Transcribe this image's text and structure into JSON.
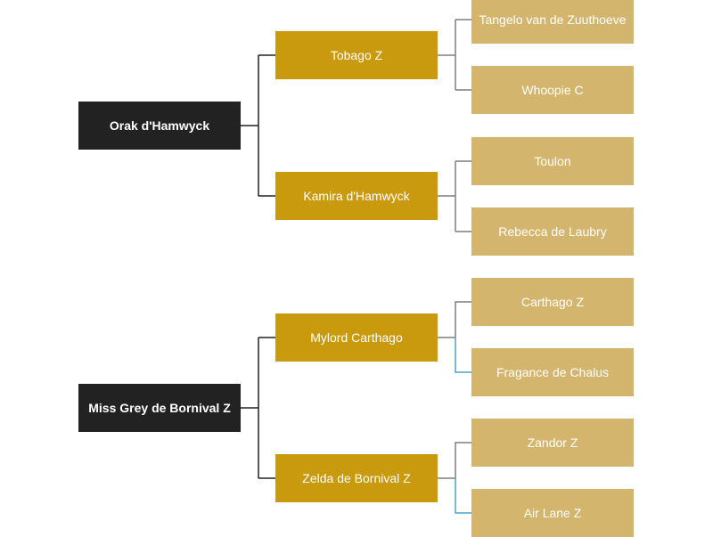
{
  "pedigree": {
    "horse1": {
      "name": "Orak d'Hamwyck",
      "sire": {
        "name": "Tobago Z",
        "sire": "Tangelo van de Zuuthoeve",
        "dam": "Whoopie C"
      },
      "dam": {
        "name": "Kamira d'Hamwyck",
        "sire": "Toulon",
        "dam": "Rebecca de Laubry"
      }
    },
    "horse2": {
      "name": "Miss Grey de Bornival Z",
      "sire": {
        "name": "Mylord Carthago",
        "sire": "Carthago Z",
        "dam": "Fragance de Chalus"
      },
      "dam": {
        "name": "Zelda de Bornival Z",
        "sire": "Zandor Z",
        "dam": "Air Lane Z"
      }
    }
  },
  "colors": {
    "gen1": "#222222",
    "gen2": "#c99a0e",
    "gen3": "#d4b56e",
    "connector": "#222222",
    "connector_light": "#7f7f7f",
    "connector_blue": "#4aa3c8"
  }
}
